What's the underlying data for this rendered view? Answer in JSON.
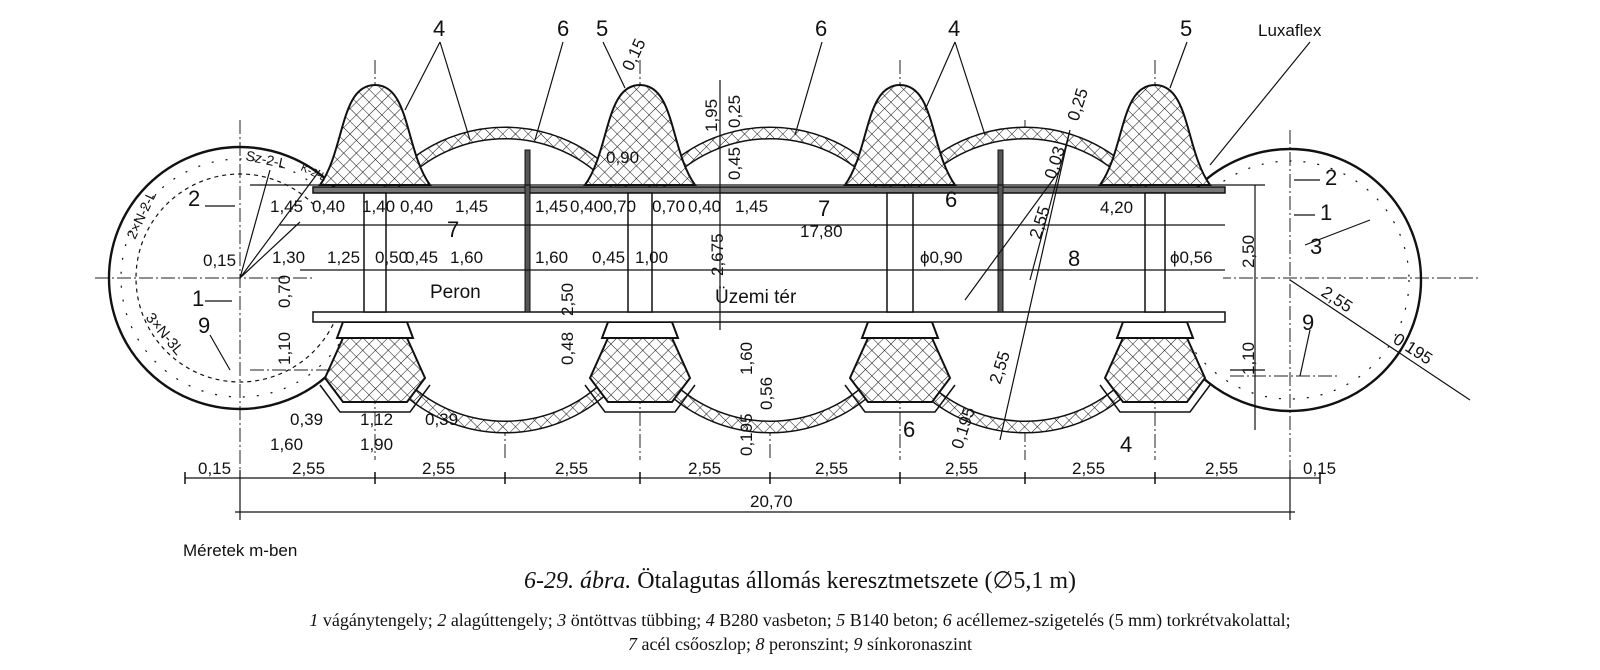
{
  "callouts": {
    "c4a": "4",
    "c6a": "6",
    "c5a": "5",
    "c6b": "6",
    "c4b": "4",
    "c5b": "5",
    "luxaflex": "Luxaflex",
    "c6c": "6",
    "c6d": "6",
    "c4c": "4",
    "c8": "8",
    "c3": "3",
    "c7a": "7",
    "c7b": "7",
    "c2l": "2",
    "c1l": "1",
    "c9l": "9",
    "c2r": "2",
    "c1r": "1",
    "c9r": "9"
  },
  "segments": {
    "sz": "Sz-2-L",
    "k": "K-2-L",
    "n2": "2×N-2-L",
    "n3": "3×N-3L"
  },
  "areas": {
    "peron": "Peron",
    "uzemi": "Üzemi tér"
  },
  "dims": {
    "d015a": "0,15",
    "d015top": "0,15",
    "r1": [
      "1,45",
      "0,40",
      "1,40",
      "0,40",
      "1,45",
      "1,45",
      "0,40",
      "0,70",
      "0,70",
      "0,40",
      "1,45"
    ],
    "r2": [
      "1,30",
      "1,25",
      "0,50",
      "0,45",
      "1,60",
      "1,60",
      "0,45",
      "1,00"
    ],
    "d070": "0,70",
    "d110": "1,10",
    "d090": "0,90",
    "d195": "1,95",
    "d025": "0,25",
    "d045": "0,45",
    "d2675": "2,675",
    "d250a": "2,50",
    "d048": "0,48",
    "d160v": "1,60",
    "d056": "0,56",
    "d0195a": "0,195",
    "d1780": "17,80",
    "phi090": "ϕ0,90",
    "phi056": "ϕ0,56",
    "d420": "4,20",
    "d025r": "0,25",
    "d003": "0,03",
    "d255a": "2,55",
    "d255b": "2,55",
    "d0195b": "0,195",
    "d250r": "2,50",
    "d110r": "1,10",
    "d255r": "2,55",
    "d0195r": "0,195",
    "b1": [
      "0,39",
      "1,12",
      "0,39"
    ],
    "b2": [
      "1,60",
      "1,90"
    ],
    "bottom": [
      "0,15",
      "2,55",
      "2,55",
      "2,55",
      "2,55",
      "2,55",
      "2,55",
      "2,55",
      "2,55",
      "0,15"
    ],
    "total": "20,70"
  },
  "units_note": "Méretek m-ben",
  "caption": {
    "number": "6-29. ábra.",
    "title": "Ötalagutas állomás keresztmetszete (∅5,1 m)"
  },
  "legend": [
    {
      "num": "1",
      "text": "vágánytengely;"
    },
    {
      "num": "2",
      "text": "alagúttengely;"
    },
    {
      "num": "3",
      "text": "öntöttvas tübbing;"
    },
    {
      "num": "4",
      "text": "B280 vasbeton;"
    },
    {
      "num": "5",
      "text": "B140 beton;"
    },
    {
      "num": "6",
      "text": "acéllemez-szigetelés (5 mm) torkrétvakolattal;"
    },
    {
      "num": "7",
      "text": "acél csőoszlop;"
    },
    {
      "num": "8",
      "text": "peronszint;"
    },
    {
      "num": "9",
      "text": "sínkoronaszint"
    }
  ]
}
